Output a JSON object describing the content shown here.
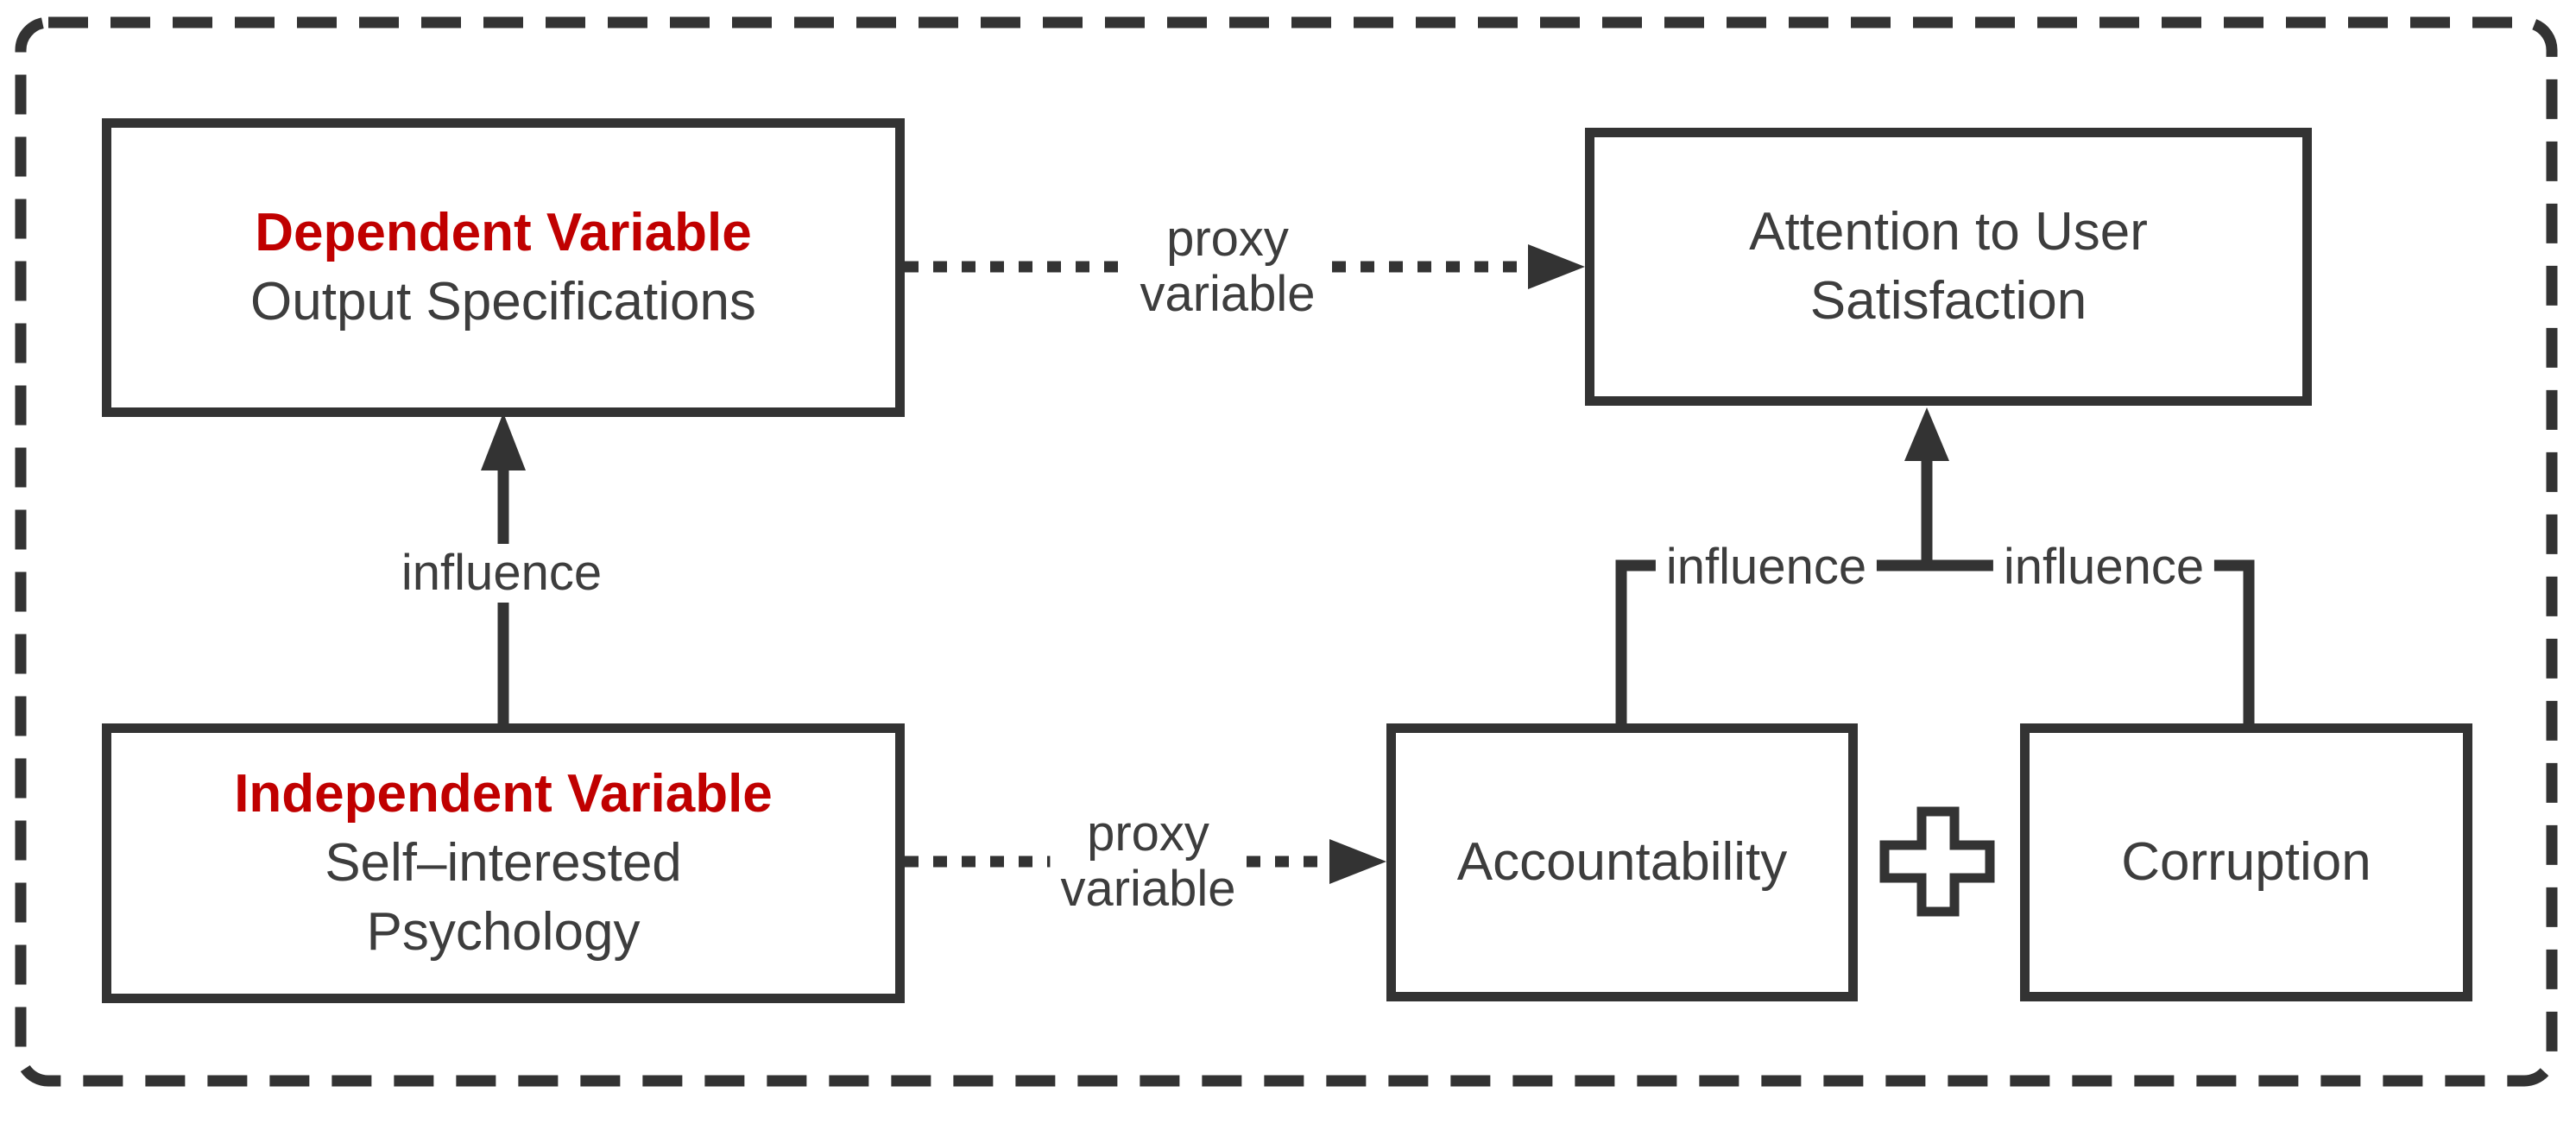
{
  "colors": {
    "line": "#333333",
    "text_dark": "#3d3d3d",
    "accent_red": "#c00000",
    "background": "#ffffff"
  },
  "boxes": {
    "dependent_variable": {
      "title": "Dependent Variable",
      "subtitle": "Output Specifications"
    },
    "attention": {
      "line1": "Attention to User",
      "line2": "Satisfaction"
    },
    "independent_variable": {
      "title": "Independent Variable",
      "subtitle_line1": "Self–interested",
      "subtitle_line2": "Psychology"
    },
    "accountability": {
      "label": "Accountability"
    },
    "corruption": {
      "label": "Corruption"
    }
  },
  "connectors": {
    "influence_left": {
      "label": "influence"
    },
    "influence_accountability": {
      "label": "influence"
    },
    "influence_corruption": {
      "label": "influence"
    },
    "proxy_top": {
      "label_line1": "proxy",
      "label_line2": "variable"
    },
    "proxy_bottom": {
      "label_line1": "proxy",
      "label_line2": "variable"
    },
    "plus": {
      "symbol": "+"
    }
  }
}
